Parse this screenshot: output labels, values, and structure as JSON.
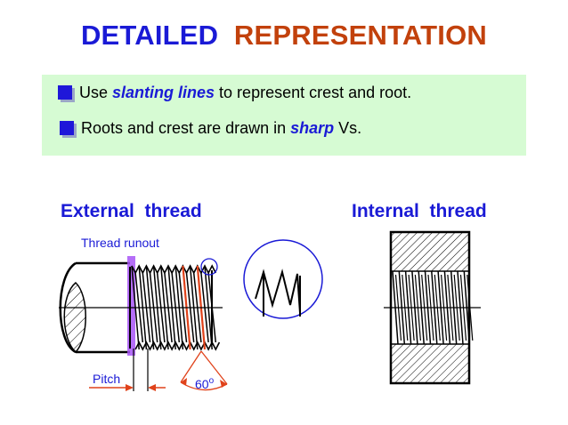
{
  "slide": {
    "title_part1": "DETAILED",
    "title_part2": "REPRESENTATION",
    "title_color1": "#1a1ad6",
    "title_color2": "#c2410c"
  },
  "bullets": [
    {
      "pre": "Use ",
      "emphasis": "slanting lines",
      "post": " to represent crest and root."
    },
    {
      "pre": "Roots and crest are drawn in ",
      "emphasis": "sharp",
      "post": " Vs."
    }
  ],
  "external_thread": {
    "heading": "External  thread",
    "runout_label": "Thread runout",
    "pitch_label": "Pitch",
    "angle_value": "60",
    "angle_unit": "o"
  },
  "internal_thread": {
    "heading": "Internal  thread"
  },
  "colors": {
    "accent": "#1a1ad6",
    "highlight": "#e0421a",
    "runout_band": "#a855f7",
    "panel": "#d6fbd3"
  }
}
